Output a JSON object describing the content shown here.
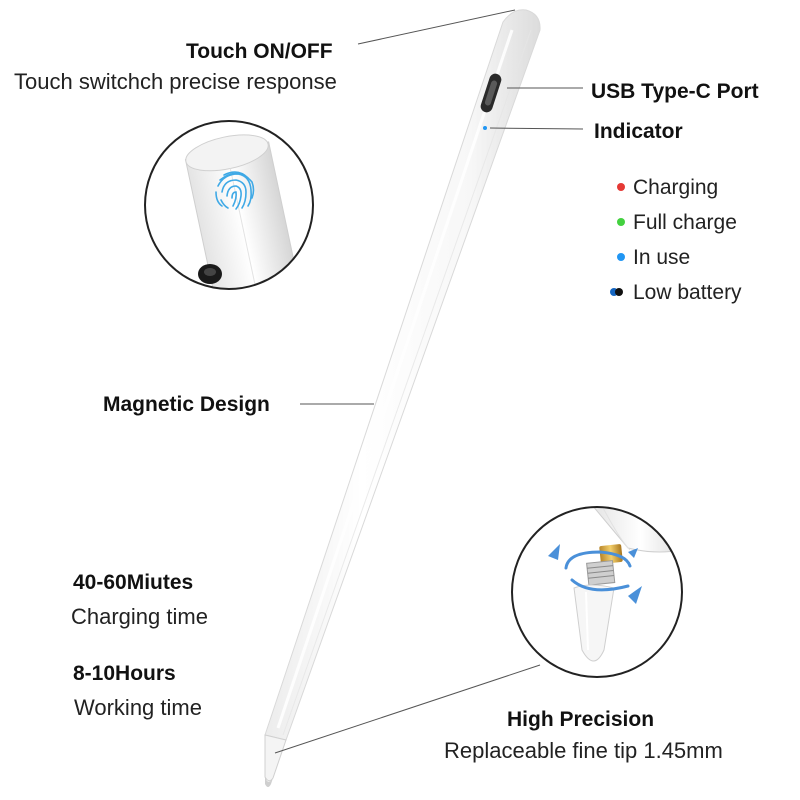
{
  "callouts": {
    "touch_title": "Touch ON/OFF",
    "touch_desc": "Touch switchch precise response",
    "usb_title": "USB Type-C Port",
    "indicator_title": "Indicator",
    "magnetic_title": "Magnetic Design",
    "charging_value": "40-60Miutes",
    "charging_label": "Charging time",
    "working_value": "8-10Hours",
    "working_label": "Working time",
    "precision_title": "High Precision",
    "precision_desc": "Replaceable fine tip 1.45mm"
  },
  "indicator_legend": [
    {
      "label": "Charging",
      "color": "#e53935"
    },
    {
      "label": "Full charge",
      "color": "#43d13f"
    },
    {
      "label": "In use",
      "color": "#2196f3"
    },
    {
      "label": "Low battery",
      "color": "#1565c0",
      "secondary_color": "#111111"
    }
  ],
  "colors": {
    "pencil_body": "#ffffff",
    "pencil_outline": "#d8d8d8",
    "leader_line": "#555555",
    "fingerprint": "#3fa9e6",
    "rotate_arrow": "#4a90d9",
    "tip_contact": "#d4a437"
  }
}
